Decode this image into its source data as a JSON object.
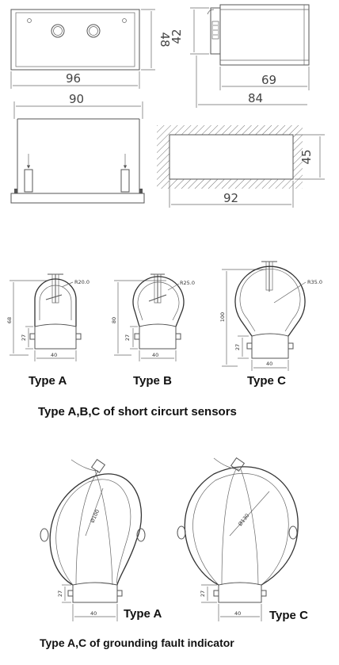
{
  "panel1": {
    "dims": {
      "front_height": "48",
      "front_width": "96",
      "side_height": "42",
      "side_depth_inner": "69",
      "side_depth_total": "84",
      "bottom_width": "90",
      "cutout_height": "45",
      "cutout_width": "92"
    }
  },
  "panel2": {
    "type_a": {
      "label": "Type A",
      "radius": "R20.0",
      "height": "68",
      "clamp_h": "27",
      "base_w": "40"
    },
    "type_b": {
      "label": "Type B",
      "radius": "R25.0",
      "height": "80",
      "clamp_h": "27",
      "base_w": "40"
    },
    "type_c": {
      "label": "Type C",
      "radius": "R35.0",
      "height": "100",
      "clamp_h": "27",
      "base_w": "40"
    },
    "caption": "Type A,B,C of short circurt sensors"
  },
  "panel3": {
    "type_a": {
      "label": "Type A",
      "diameter": "Ø100",
      "clamp_h": "27",
      "base_w": "40"
    },
    "type_c": {
      "label": "Type C",
      "diameter": "Ø130",
      "clamp_h": "27",
      "base_w": "40"
    },
    "caption": "Type A,C of grounding fault indicator"
  }
}
